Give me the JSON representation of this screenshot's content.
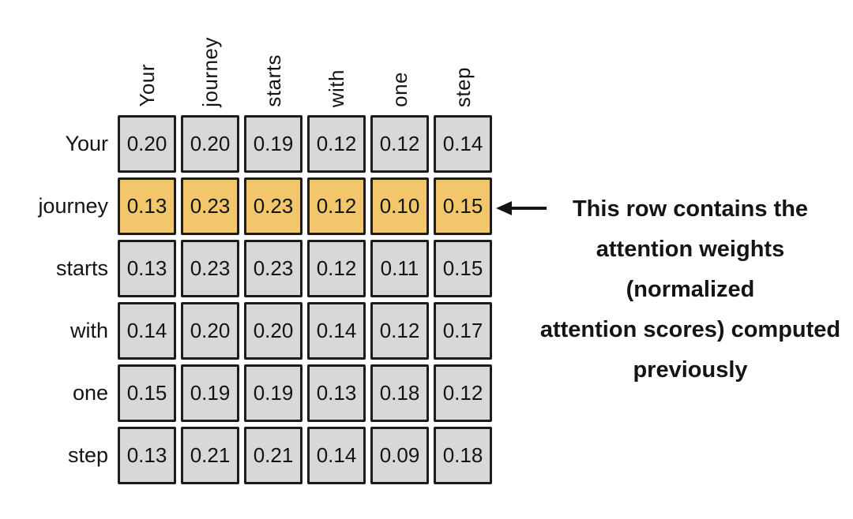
{
  "matrix": {
    "description": "attention-weight-matrix",
    "column_tokens": [
      "Your",
      "journey",
      "starts",
      "with",
      "one",
      "step"
    ],
    "highlighted_row_index": 1,
    "rows": [
      {
        "label": "Your",
        "values": [
          "0.20",
          "0.20",
          "0.19",
          "0.12",
          "0.12",
          "0.14"
        ]
      },
      {
        "label": "journey",
        "values": [
          "0.13",
          "0.23",
          "0.23",
          "0.12",
          "0.10",
          "0.15"
        ]
      },
      {
        "label": "starts",
        "values": [
          "0.13",
          "0.23",
          "0.23",
          "0.12",
          "0.11",
          "0.15"
        ]
      },
      {
        "label": "with",
        "values": [
          "0.14",
          "0.20",
          "0.20",
          "0.14",
          "0.12",
          "0.17"
        ]
      },
      {
        "label": "one",
        "values": [
          "0.15",
          "0.19",
          "0.19",
          "0.13",
          "0.18",
          "0.12"
        ]
      },
      {
        "label": "step",
        "values": [
          "0.13",
          "0.21",
          "0.21",
          "0.14",
          "0.09",
          "0.18"
        ]
      }
    ]
  },
  "annotation": {
    "lines": [
      "This row contains the",
      "attention weights (normalized",
      "attention scores) computed",
      "previously"
    ],
    "arrow_icon": "left-arrow"
  },
  "colors": {
    "background": "#ffffff",
    "cell_default": "#d8d8d8",
    "cell_highlight": "#f2c76c",
    "border": "#1c1c1c",
    "text": "#141414"
  }
}
